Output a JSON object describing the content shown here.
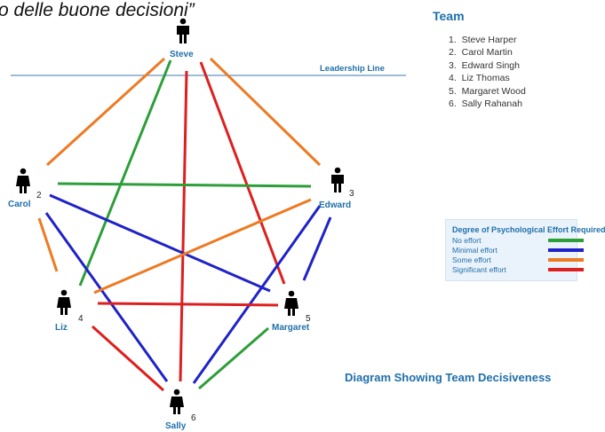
{
  "quote": "o delle buone decisioni”",
  "team": {
    "title": "Team",
    "members": [
      {
        "num": "1.",
        "name": "Steve Harper"
      },
      {
        "num": "2.",
        "name": "Carol Martin"
      },
      {
        "num": "3.",
        "name": "Edward Singh"
      },
      {
        "num": "4.",
        "name": "Liz Thomas"
      },
      {
        "num": "5.",
        "name": "Margaret Wood"
      },
      {
        "num": "6.",
        "name": "Sally Rahanah"
      }
    ]
  },
  "leadership_line_label": "Leadership Line",
  "legend": {
    "title": "Degree of Psychological Effort Required",
    "items": [
      {
        "label": "No effort",
        "color": "#2e9e3a"
      },
      {
        "label": "Minimal effort",
        "color": "#1f22c8"
      },
      {
        "label": "Some effort",
        "color": "#ee7a22"
      },
      {
        "label": "Significant effort",
        "color": "#dd1f1f"
      }
    ]
  },
  "caption": "Diagram Showing Team Decisiveness",
  "nodes": [
    {
      "id": "steve",
      "name": "Steve",
      "num": ""
    },
    {
      "id": "carol",
      "name": "Carol",
      "num": "2"
    },
    {
      "id": "edward",
      "name": "Edward",
      "num": "3"
    },
    {
      "id": "liz",
      "name": "Liz",
      "num": "4"
    },
    {
      "id": "margaret",
      "name": "Margaret",
      "num": "5"
    },
    {
      "id": "sally",
      "name": "Sally",
      "num": "6"
    }
  ],
  "connections": [
    {
      "from": "steve",
      "to": "carol",
      "effort": "Some effort"
    },
    {
      "from": "steve",
      "to": "edward",
      "effort": "Some effort"
    },
    {
      "from": "steve",
      "to": "liz",
      "effort": "No effort"
    },
    {
      "from": "steve",
      "to": "margaret",
      "effort": "Significant effort"
    },
    {
      "from": "steve",
      "to": "sally",
      "effort": "Significant effort"
    },
    {
      "from": "carol",
      "to": "edward",
      "effort": "No effort"
    },
    {
      "from": "carol",
      "to": "liz",
      "effort": "Some effort"
    },
    {
      "from": "carol",
      "to": "margaret",
      "effort": "Minimal effort"
    },
    {
      "from": "carol",
      "to": "sally",
      "effort": "Minimal effort"
    },
    {
      "from": "edward",
      "to": "liz",
      "effort": "Some effort"
    },
    {
      "from": "edward",
      "to": "margaret",
      "effort": "Minimal effort"
    },
    {
      "from": "edward",
      "to": "sally",
      "effort": "Minimal effort"
    },
    {
      "from": "liz",
      "to": "margaret",
      "effort": "Significant effort"
    },
    {
      "from": "liz",
      "to": "sally",
      "effort": "Significant effort"
    },
    {
      "from": "margaret",
      "to": "sally",
      "effort": "No effort"
    }
  ]
}
